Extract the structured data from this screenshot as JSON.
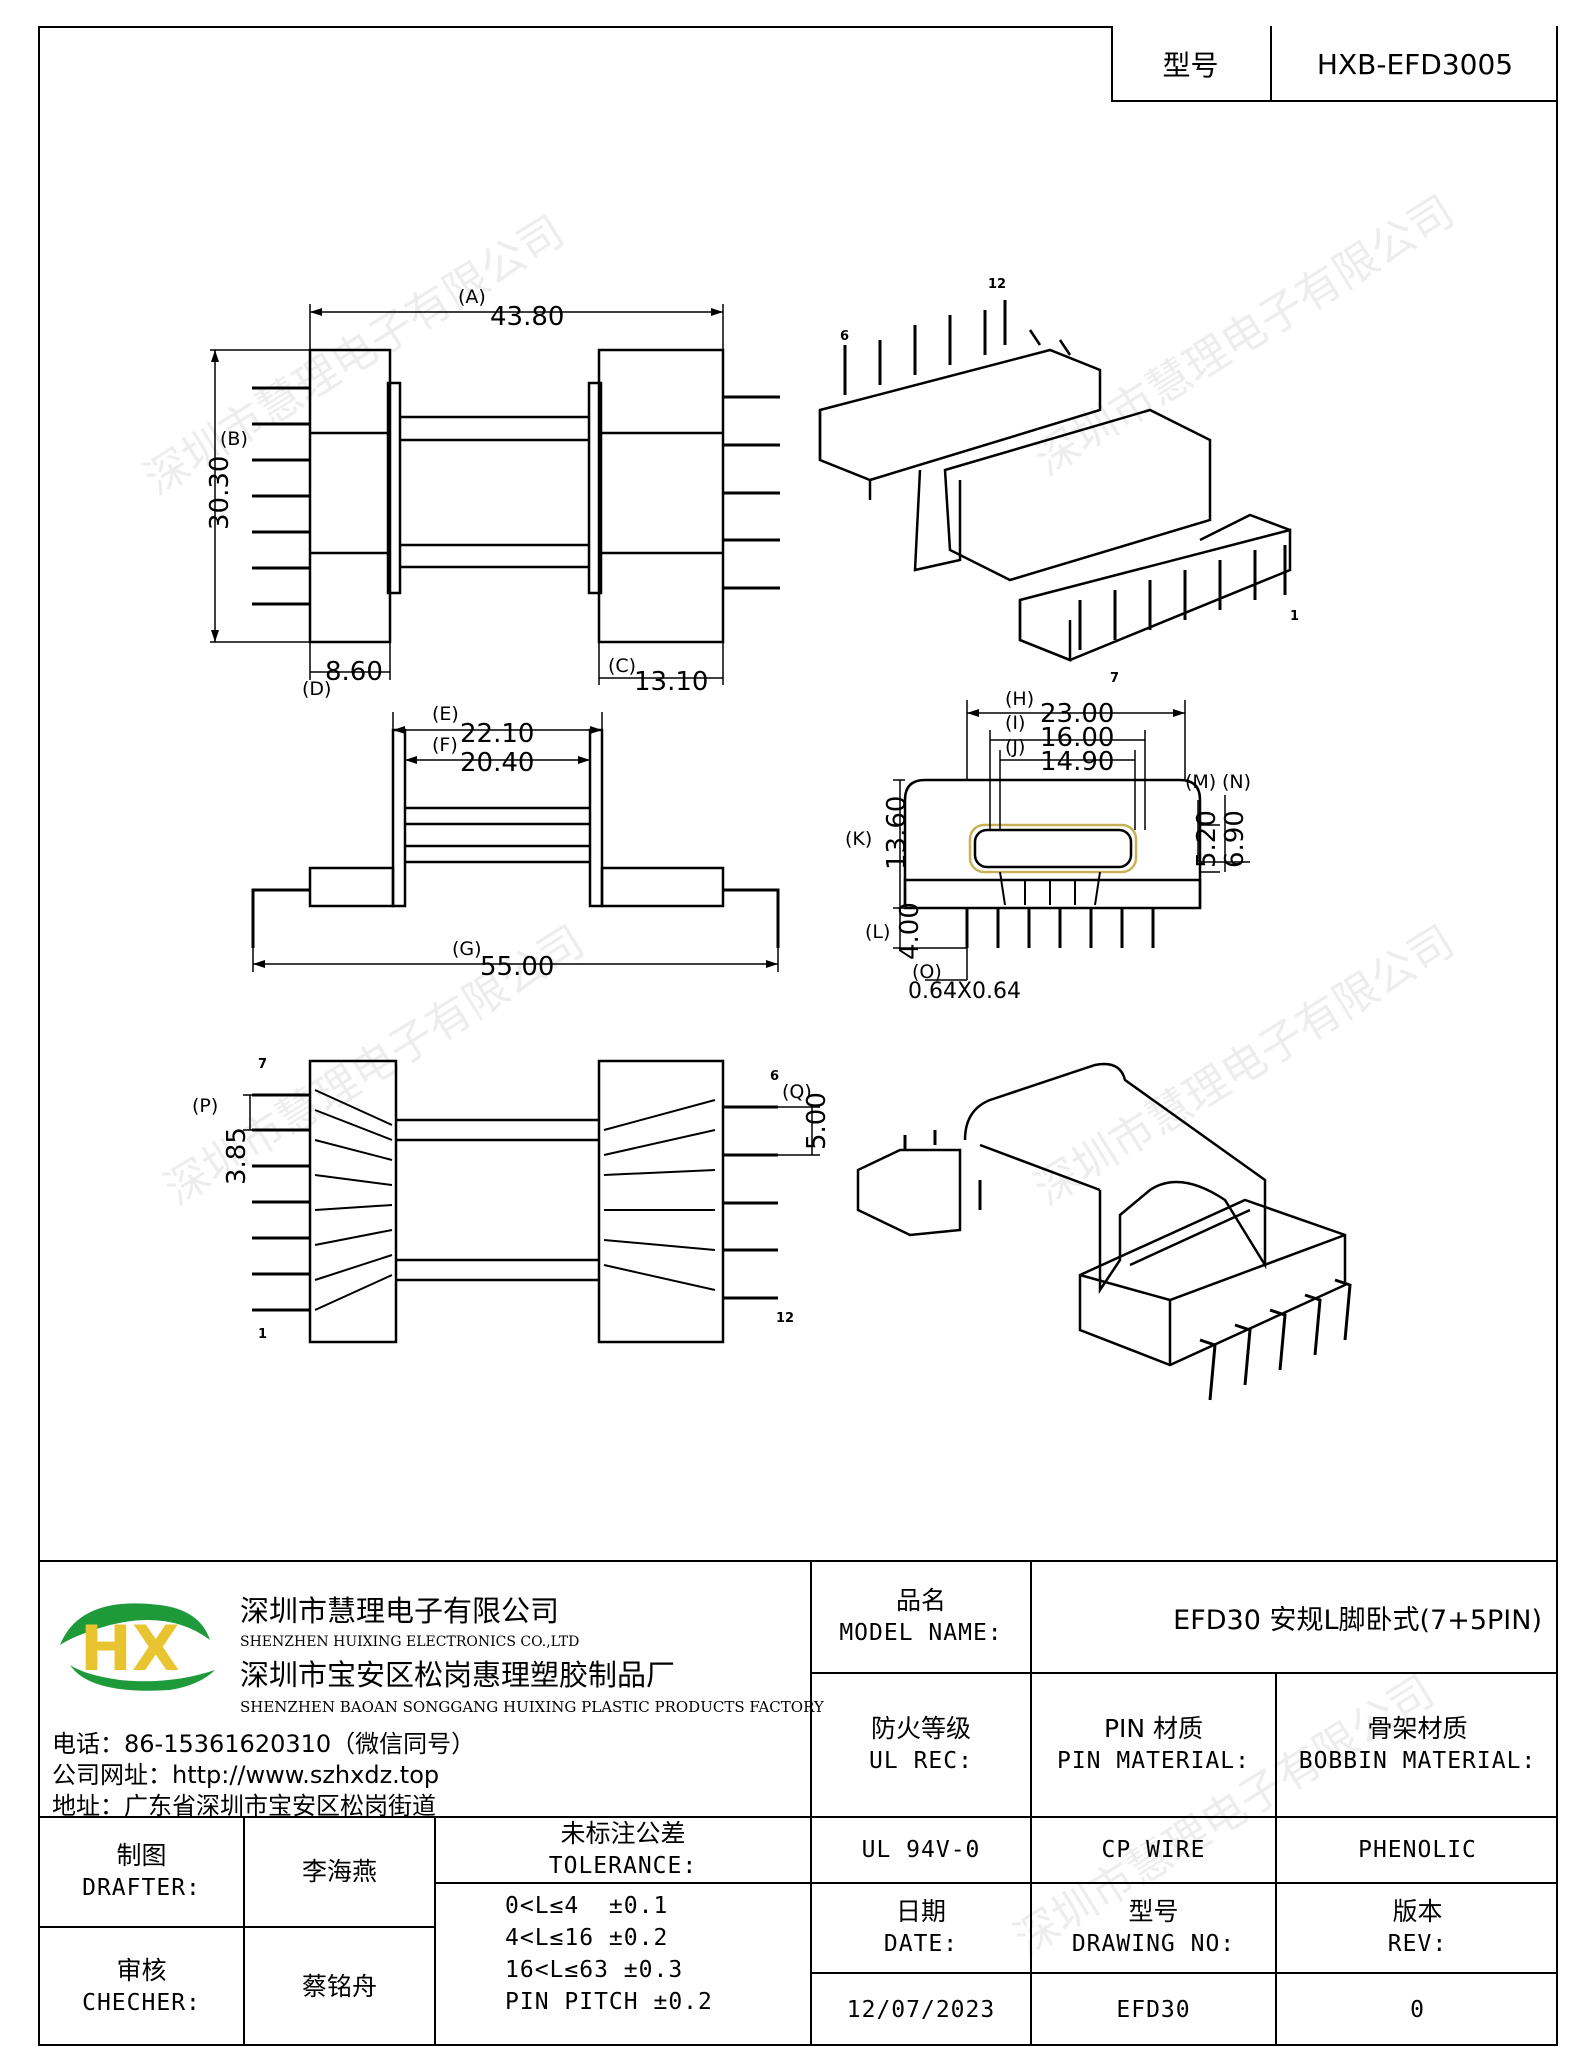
{
  "header": {
    "model_label": "型号",
    "model_value": "HXB-EFD3005"
  },
  "drawing": {
    "dims": {
      "a": "(A)",
      "a_val": "43.80",
      "b": "(B)",
      "b_val": "30.30",
      "c": "(C)",
      "c_val": "13.10",
      "d": "(D)",
      "d_val": "8.60",
      "e": "(E)",
      "e_val": "22.10",
      "f": "(F)",
      "f_val": "20.40",
      "g": "(G)",
      "g_val": "55.00",
      "h": "(H)",
      "h_val": "23.00",
      "i": "(I)",
      "i_val": "16.00",
      "j": "(J)",
      "j_val": "14.90",
      "k": "(K)",
      "k_val": "13.60",
      "l": "(L)",
      "l_val": "4.00",
      "m": "(M)",
      "m_val": "5.20",
      "n": "(N)",
      "n_val": "6.90",
      "o": "(O)",
      "o_val": "0.64X0.64",
      "p": "(P)",
      "p_val": "3.85",
      "q": "(Q)",
      "q_val": "5.00"
    },
    "pins": {
      "top_left": "6",
      "top_right": "12",
      "iso1_bottom": "7",
      "iso1_right": "1",
      "bv_left_top": "7",
      "bv_left_bottom": "1",
      "bv_right_top": "6",
      "bv_right_bottom": "12"
    }
  },
  "watermark": "深圳市慧理电子有限公司",
  "company": {
    "logo_letters": "HX",
    "name_cn": "深圳市慧理电子有限公司",
    "name_en": "SHENZHEN HUIXING ELECTRONICS CO.,LTD",
    "factory_cn": "深圳市宝安区松岗惠理塑胶制品厂",
    "factory_en": "SHENZHEN BAOAN SONGGANG HUIXING PLASTIC PRODUCTS FACTORY",
    "phone": "电话：86-15361620310（微信同号）",
    "website": "公司网址：http://www.szhxdz.top",
    "address": "地址：广东省深圳市宝安区松岗街道"
  },
  "title_block": {
    "model_name_cn": "品名",
    "model_name_en": "MODEL NAME:",
    "model_name_value": "EFD30 安规L脚卧式(7+5PIN)",
    "ul_rec_cn": "防火等级",
    "ul_rec_en": "UL REC:",
    "pin_material_cn": "PIN 材质",
    "pin_material_en": "PIN MATERIAL:",
    "bobbin_material_cn": "骨架材质",
    "bobbin_material_en": "BOBBIN MATERIAL:",
    "ul_value": "UL 94V-0",
    "pin_value": "CP WIRE",
    "bobbin_value": "PHENOLIC",
    "drafter_cn": "制图",
    "drafter_en": "DRAFTER:",
    "drafter_name": "李海燕",
    "checker_cn": "审核",
    "checker_en": "CHECHER:",
    "checker_name": "蔡铭舟",
    "tolerance_cn": "未标注公差",
    "tolerance_en": "TOLERANCE:",
    "tolerances": [
      "0<L≤4  ±0.1",
      "4<L≤16 ±0.2",
      "16<L≤63 ±0.3",
      "PIN PITCH ±0.2"
    ],
    "date_cn": "日期",
    "date_en": "DATE:",
    "date_value": "12/07/2023",
    "drawing_no_cn": "型号",
    "drawing_no_en": "DRAWING NO:",
    "drawing_no_value": "EFD30",
    "rev_cn": "版本",
    "rev_en": "REV:",
    "rev_value": "0"
  }
}
